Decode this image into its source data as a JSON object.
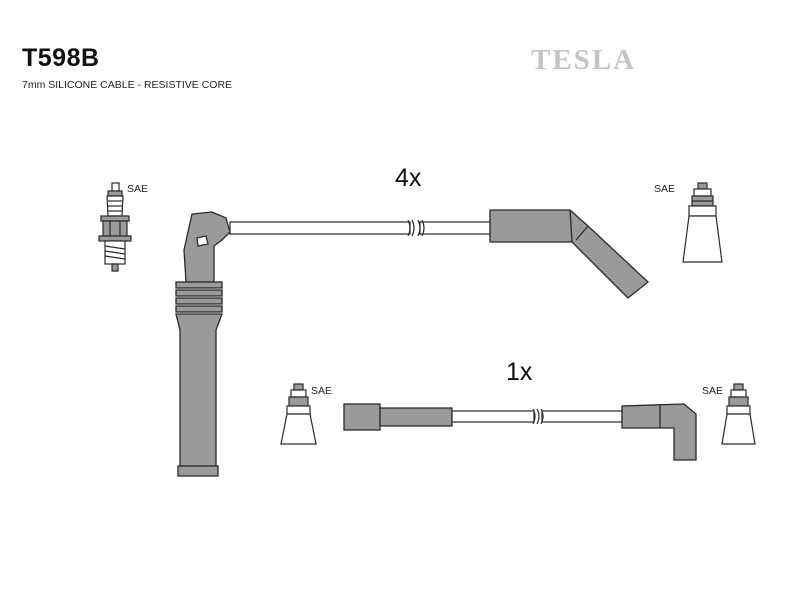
{
  "header": {
    "part_number": "T598B",
    "description": "7mm SILICONE CABLE - RESISTIVE CORE",
    "brand": "TESLA"
  },
  "cable_sets": [
    {
      "quantity": "4x",
      "connector_end_standard": "SAE",
      "spark_plug_end_standard": "SAE"
    },
    {
      "quantity": "1x",
      "left_end_standard": "SAE",
      "right_end_standard": "SAE"
    }
  ],
  "colors": {
    "part_fill": "#9a9a9a",
    "outline": "#2a2a2a",
    "terminal_fill": "#ffffff",
    "brand_gray": "#c4c4c4"
  }
}
